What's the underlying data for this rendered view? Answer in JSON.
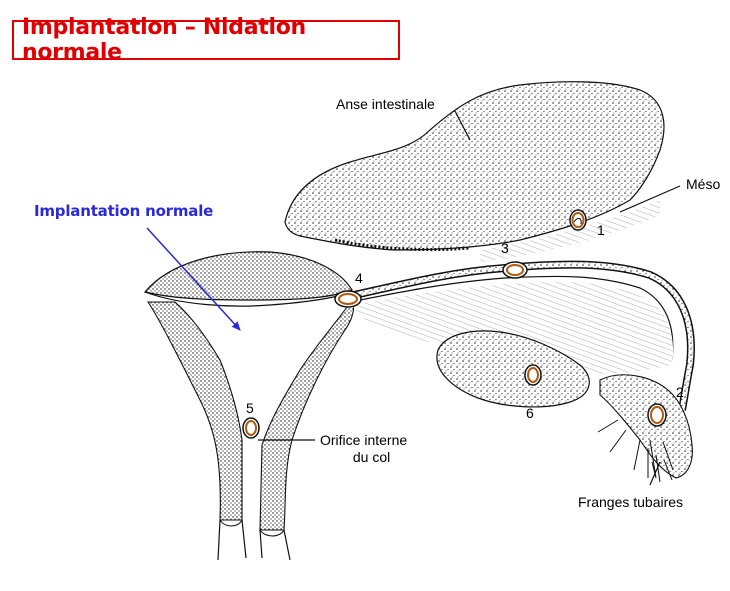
{
  "title": "Implantation – Nidation normale",
  "callout": "Implantation normale",
  "labels": {
    "anse": "Anse intestinale",
    "meso": "Méso",
    "orifice_line1": "Orifice interne",
    "orifice_line2": "du col",
    "franges": "Franges tubaires"
  },
  "sites": [
    "1",
    "2",
    "3",
    "4",
    "5",
    "6"
  ],
  "colors": {
    "title": "#e00000",
    "callout": "#2a2ad8",
    "embryo_rim": "#b05a10"
  }
}
